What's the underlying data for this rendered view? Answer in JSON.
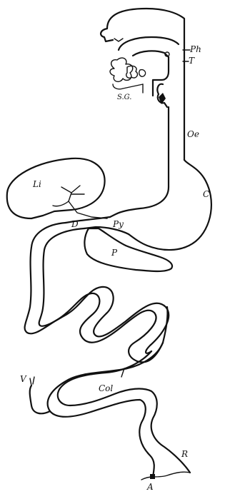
{
  "labels": {
    "pharynx": "Ph",
    "tonsil": "T",
    "salivary_glands": "S.G.",
    "oesophagus": "Oe",
    "liver": "Li",
    "stomach": "C",
    "duodenum": "D",
    "pylorus": "Py",
    "pancreas": "P",
    "colon": "Col",
    "vermiform_appendix": "V",
    "rectum": "R",
    "anus": "A"
  }
}
